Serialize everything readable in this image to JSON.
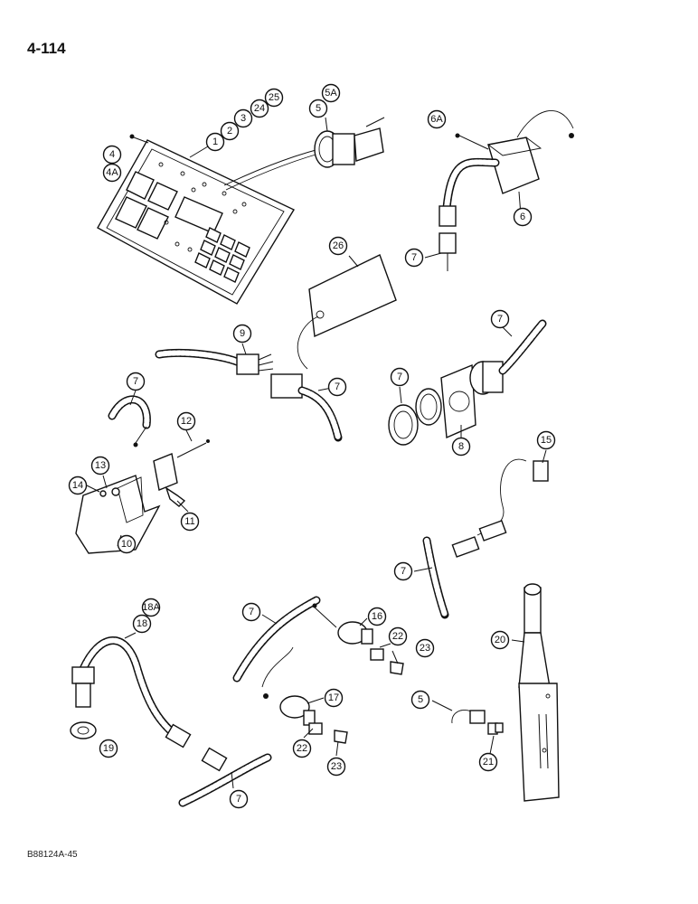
{
  "page": {
    "number": "4-114",
    "figure_id": "B88124A-45"
  },
  "callouts": [
    {
      "id": "c-4",
      "label": "4"
    },
    {
      "id": "c-4a",
      "label": "4A"
    },
    {
      "id": "c-1",
      "label": "1"
    },
    {
      "id": "c-2",
      "label": "2"
    },
    {
      "id": "c-3",
      "label": "3"
    },
    {
      "id": "c-24",
      "label": "24"
    },
    {
      "id": "c-25",
      "label": "25"
    },
    {
      "id": "c-5a",
      "label": "5A"
    },
    {
      "id": "c-5",
      "label": "5"
    },
    {
      "id": "c-6a",
      "label": "6A"
    },
    {
      "id": "c-6",
      "label": "6"
    },
    {
      "id": "c-7a",
      "label": "7"
    },
    {
      "id": "c-26",
      "label": "26"
    },
    {
      "id": "c-9",
      "label": "9"
    },
    {
      "id": "c-7b",
      "label": "7"
    },
    {
      "id": "c-7c",
      "label": "7"
    },
    {
      "id": "c-7d",
      "label": "7"
    },
    {
      "id": "c-7e",
      "label": "7"
    },
    {
      "id": "c-8",
      "label": "8"
    },
    {
      "id": "c-12",
      "label": "12"
    },
    {
      "id": "c-13",
      "label": "13"
    },
    {
      "id": "c-14",
      "label": "14"
    },
    {
      "id": "c-11",
      "label": "11"
    },
    {
      "id": "c-10",
      "label": "10"
    },
    {
      "id": "c-15",
      "label": "15"
    },
    {
      "id": "c-7f",
      "label": "7"
    },
    {
      "id": "c-18a",
      "label": "18A"
    },
    {
      "id": "c-18",
      "label": "18"
    },
    {
      "id": "c-19",
      "label": "19"
    },
    {
      "id": "c-7g",
      "label": "7"
    },
    {
      "id": "c-16",
      "label": "16"
    },
    {
      "id": "c-22a",
      "label": "22"
    },
    {
      "id": "c-23a",
      "label": "23"
    },
    {
      "id": "c-17",
      "label": "17"
    },
    {
      "id": "c-22b",
      "label": "22"
    },
    {
      "id": "c-23b",
      "label": "23"
    },
    {
      "id": "c-7h",
      "label": "7"
    },
    {
      "id": "c-20",
      "label": "20"
    },
    {
      "id": "c-5b",
      "label": "5"
    },
    {
      "id": "c-21",
      "label": "21"
    }
  ]
}
